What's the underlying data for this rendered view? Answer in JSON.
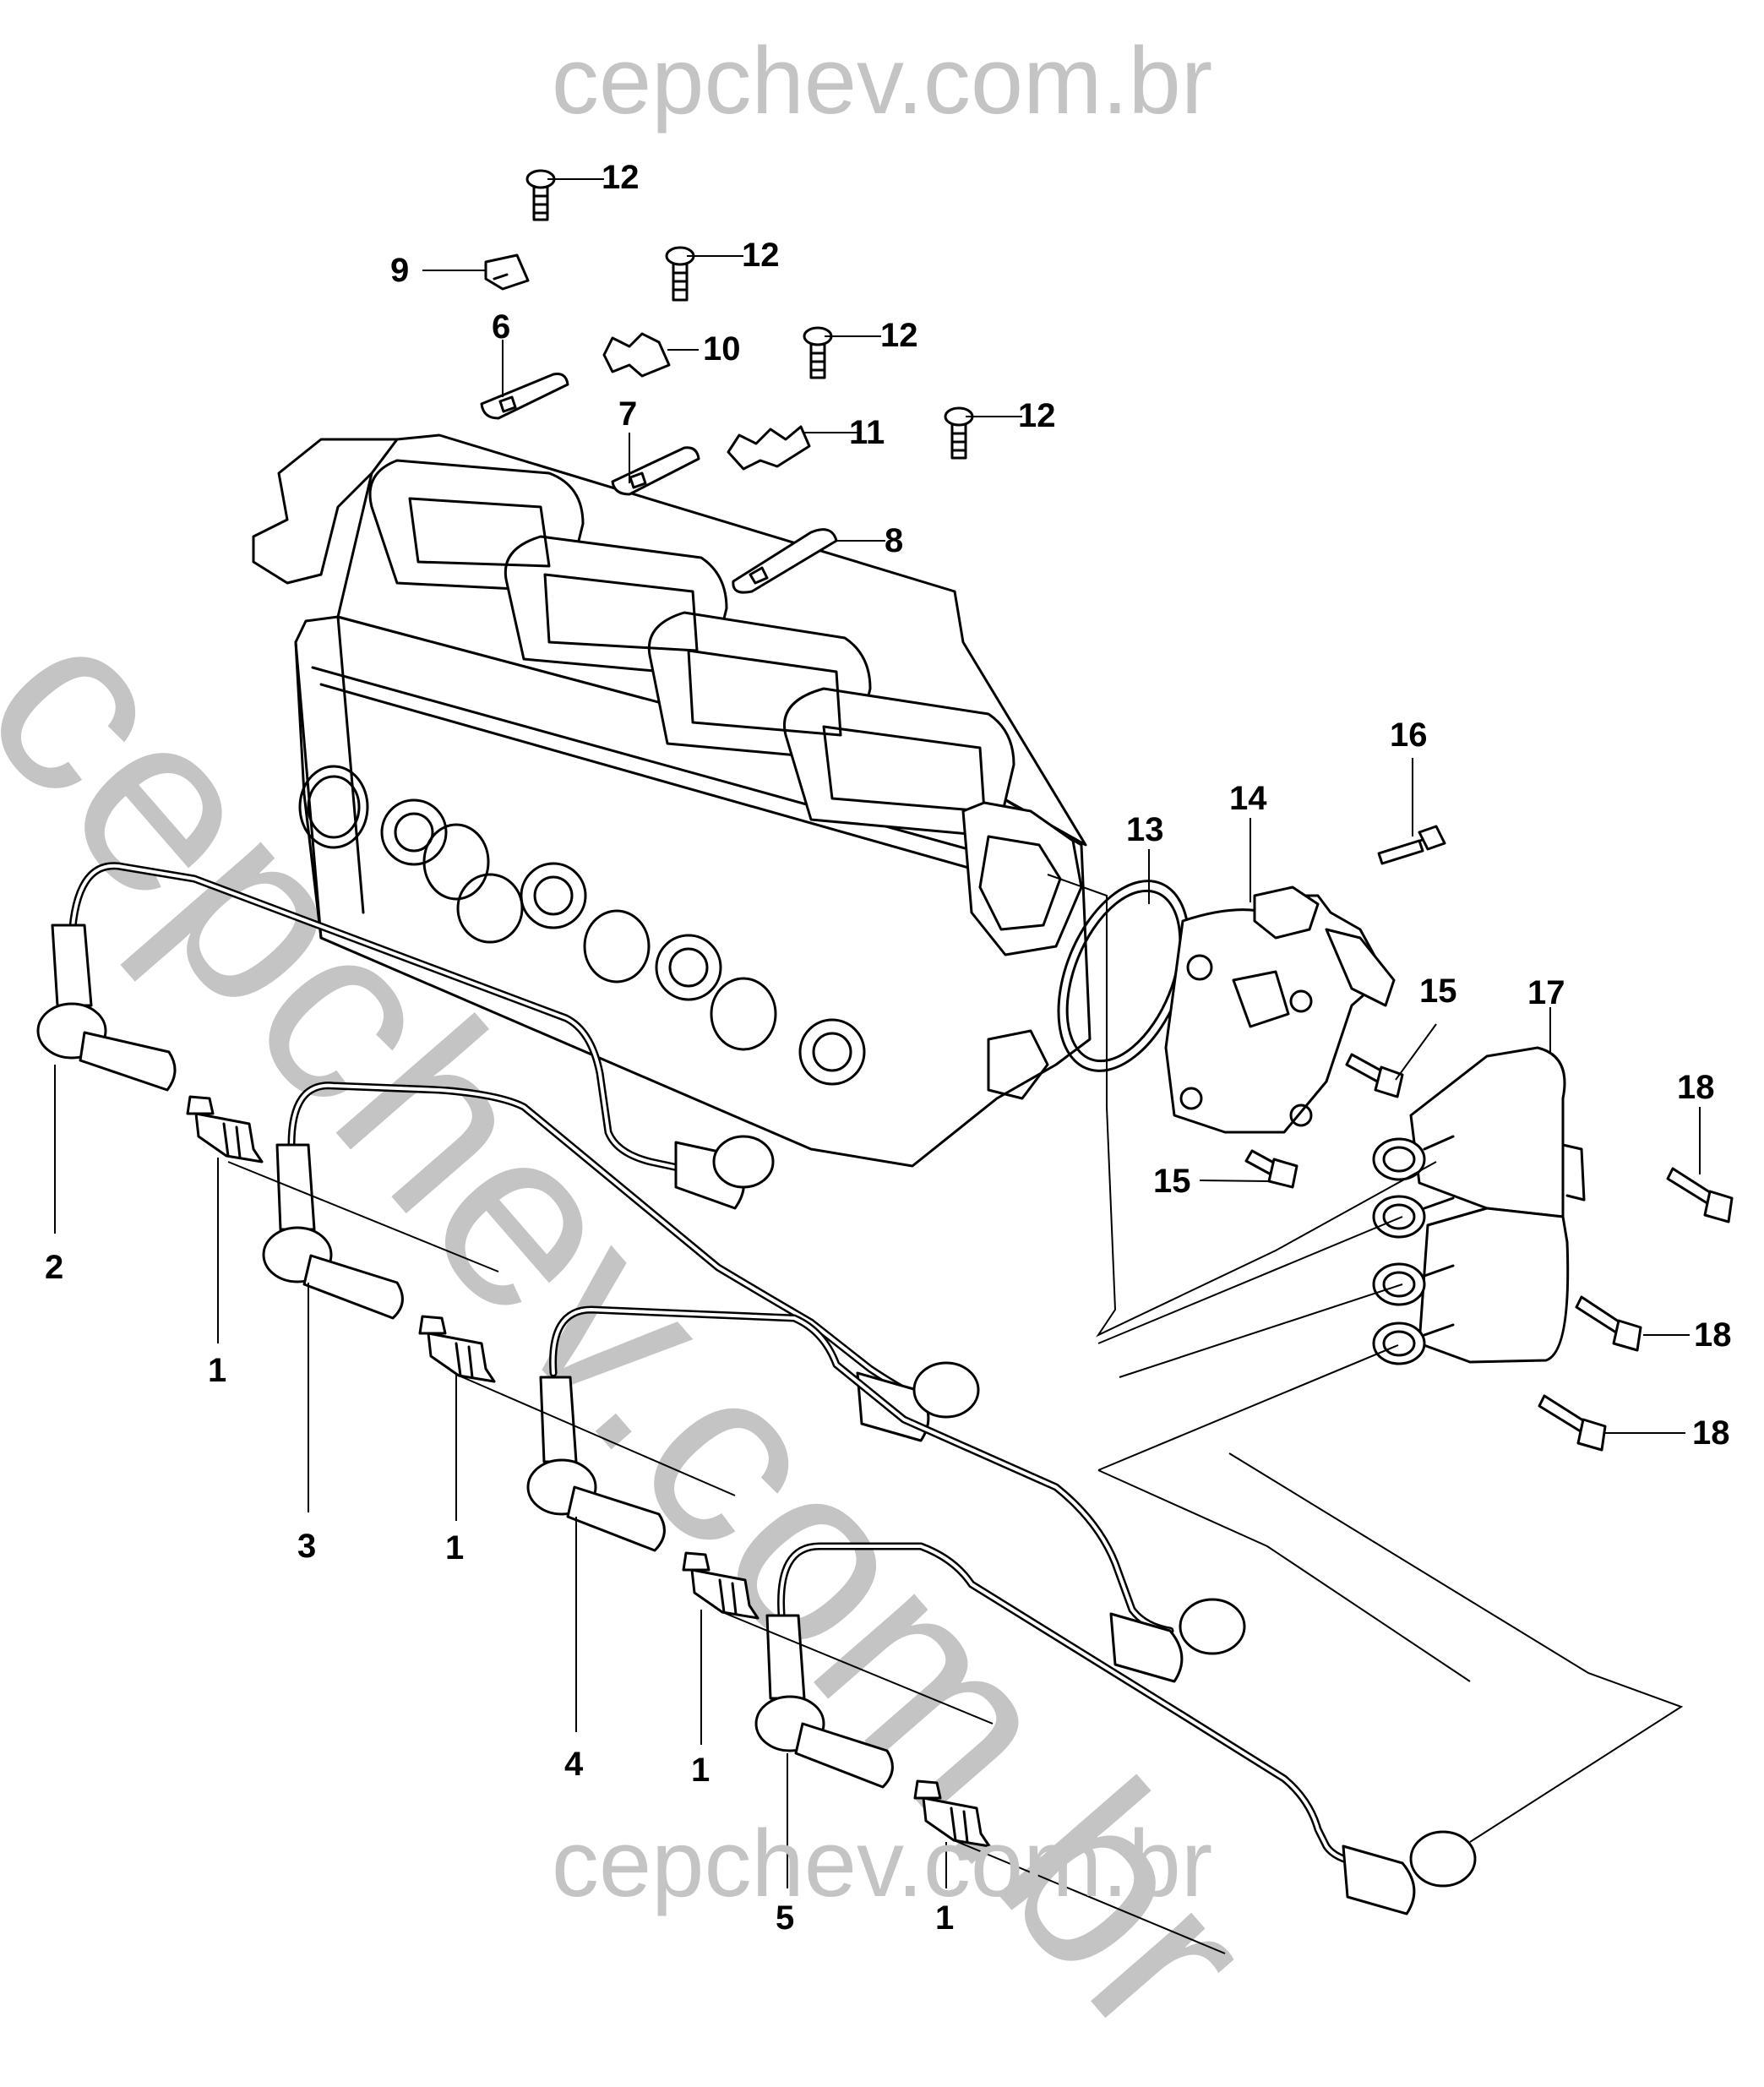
{
  "watermark": {
    "text": "cepchev.com.br"
  },
  "callouts": [
    {
      "num": "12"
    },
    {
      "num": "12"
    },
    {
      "num": "12"
    },
    {
      "num": "12"
    },
    {
      "num": "9"
    },
    {
      "num": "6"
    },
    {
      "num": "10"
    },
    {
      "num": "7"
    },
    {
      "num": "11"
    },
    {
      "num": "8"
    },
    {
      "num": "16"
    },
    {
      "num": "13"
    },
    {
      "num": "14"
    },
    {
      "num": "15"
    },
    {
      "num": "17"
    },
    {
      "num": "15"
    },
    {
      "num": "18"
    },
    {
      "num": "18"
    },
    {
      "num": "18"
    },
    {
      "num": "2"
    },
    {
      "num": "1"
    },
    {
      "num": "3"
    },
    {
      "num": "1"
    },
    {
      "num": "4"
    },
    {
      "num": "1"
    },
    {
      "num": "5"
    },
    {
      "num": "1"
    }
  ],
  "colors": {
    "line": "#000000",
    "watermark": "#c4c4c4",
    "background": "#ffffff"
  }
}
